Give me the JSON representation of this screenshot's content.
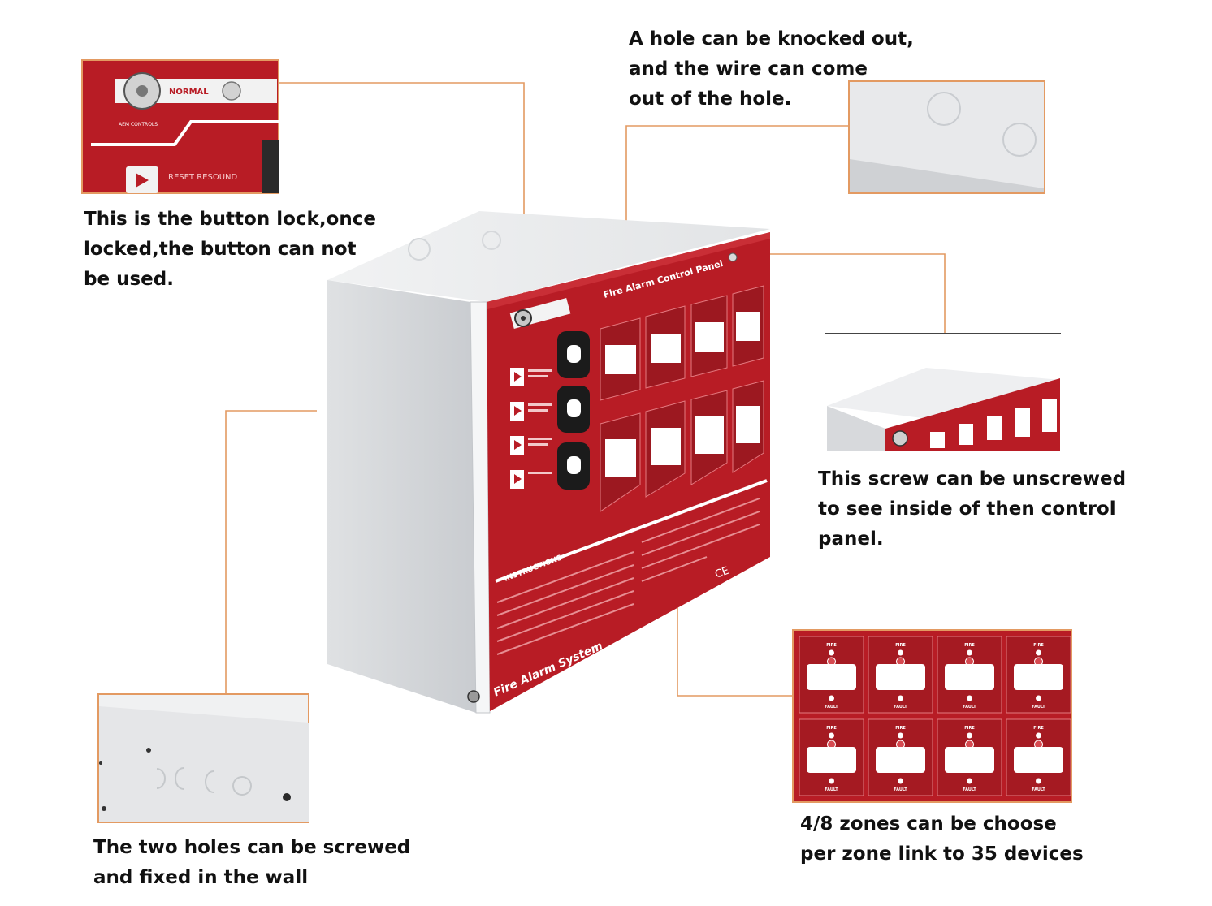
{
  "colors": {
    "panel_red": "#b81c25",
    "panel_red_dark": "#8e141b",
    "box_white": "#ecedef",
    "leader_orange": "#e39a62",
    "text": "#111111"
  },
  "panel": {
    "title": "Fire Alarm Control Panel",
    "system_name": "Fire Alarm System",
    "instructions_heading": "INSTRUCTIONS",
    "key_label": "NORMAL",
    "key_sublabel": "AEM CONTROLS",
    "reset_label": "RESET RESOUND",
    "zone_fire_label": "FIRE",
    "zone_fault_label": "FAULT",
    "zone_count": 8,
    "mark": "CE"
  },
  "callouts": {
    "button_lock": "This is the button lock,once\nlocked,the button can not\nbe used.",
    "knockout_hole": "A hole can be knocked out,\nand the wire can come\nout of the hole.",
    "screw": "This screw can be unscrewed\nto see inside of then control\npanel.",
    "zones": "4/8 zones can be choose\nper zone link to 35 devices",
    "wall_holes": "The two holes can be screwed\nand fixed in the wall"
  },
  "icons": [
    "key-lock-icon",
    "play-button-icon",
    "screw-icon",
    "knockout-hole-icon"
  ]
}
